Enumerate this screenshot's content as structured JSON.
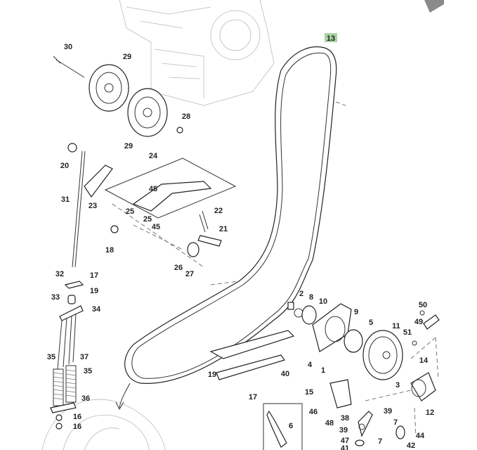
{
  "diagram": {
    "highlighted_callout": "13",
    "highlight_color": "#a8d5a2",
    "corner_arrow_color": "#8a8a8a",
    "callouts": [
      "30",
      "29",
      "29",
      "28",
      "20",
      "24",
      "31",
      "23",
      "45",
      "25",
      "25",
      "45",
      "22",
      "21",
      "18",
      "26",
      "27",
      "32",
      "17",
      "19",
      "33",
      "34",
      "35",
      "37",
      "35",
      "36",
      "16",
      "16",
      "13",
      "2",
      "8",
      "10",
      "9",
      "5",
      "11",
      "50",
      "49",
      "51",
      "14",
      "4",
      "1",
      "40",
      "19",
      "17",
      "3",
      "15",
      "12",
      "46",
      "39",
      "48",
      "6",
      "38",
      "39",
      "7",
      "44",
      "47",
      "7",
      "42",
      "41"
    ]
  }
}
